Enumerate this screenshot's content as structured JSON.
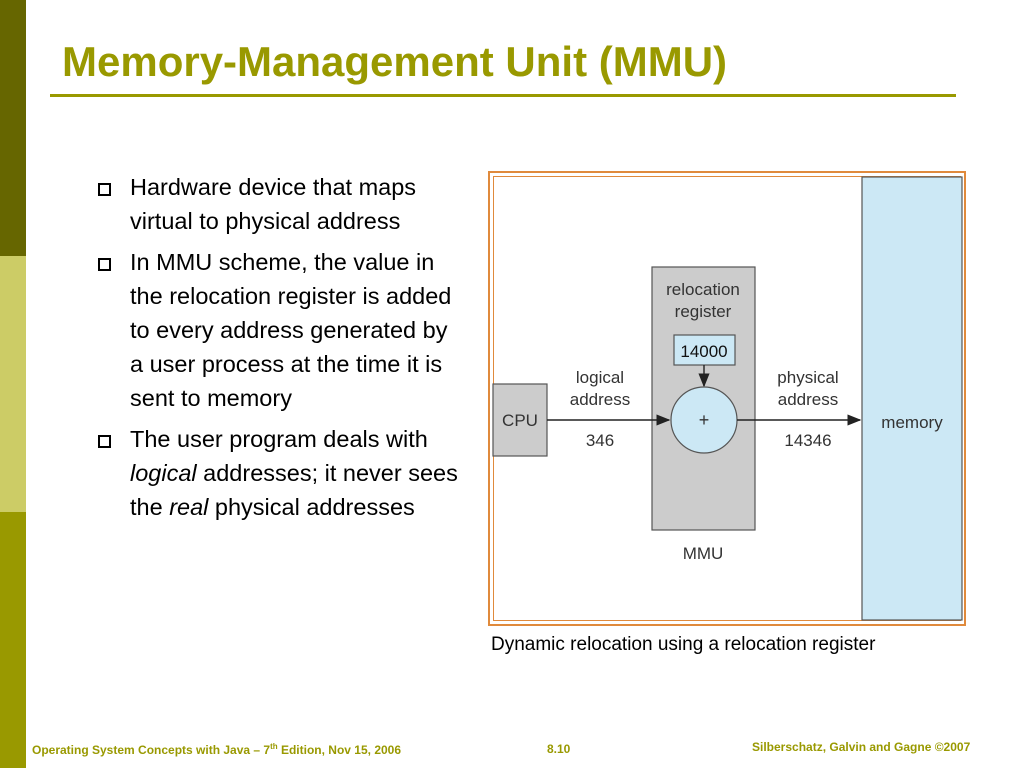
{
  "slide": {
    "title": "Memory-Management Unit (MMU)",
    "bullets": [
      "Hardware device that maps virtual to physical address",
      "In MMU scheme, the value in the relocation register is added to every address generated by a user process at the time it is sent to memory",
      {
        "text_before": "The user program deals with",
        "emphasis_1": "logical",
        "text_middle": "addresses; it never sees the",
        "emphasis_2": "real",
        "text_after": "physical addresses"
      }
    ]
  },
  "diagram": {
    "cpu_label": "CPU",
    "relocation_register_label_1": "relocation",
    "relocation_register_label_2": "register",
    "relocation_value": "14000",
    "adder_symbol": "+",
    "mmu_label": "MMU",
    "logical_address_label_1": "logical",
    "logical_address_label_2": "address",
    "logical_address_value": "346",
    "physical_address_label_1": "physical",
    "physical_address_label_2": "address",
    "physical_address_value": "14346",
    "memory_label": "memory",
    "caption": "Dynamic relocation using a relocation register",
    "colors": {
      "frame": "#e08a3c",
      "cpu_fill": "#cccccc",
      "mmu_fill": "#cccccc",
      "register_fill": "#cce8f5",
      "adder_fill": "#cce8f5",
      "memory_fill": "#cce8f5"
    }
  },
  "footer": {
    "left_prefix": "Operating System Concepts with Java – 7",
    "left_sup": "th",
    "left_suffix": " Edition, Nov 15, 2006",
    "page_number": "8.10",
    "copyright": "Silberschatz, Galvin and Gagne ©2007"
  },
  "theme": {
    "accent": "#999900",
    "dark_band": "#666600",
    "light_band": "#cccc66"
  }
}
